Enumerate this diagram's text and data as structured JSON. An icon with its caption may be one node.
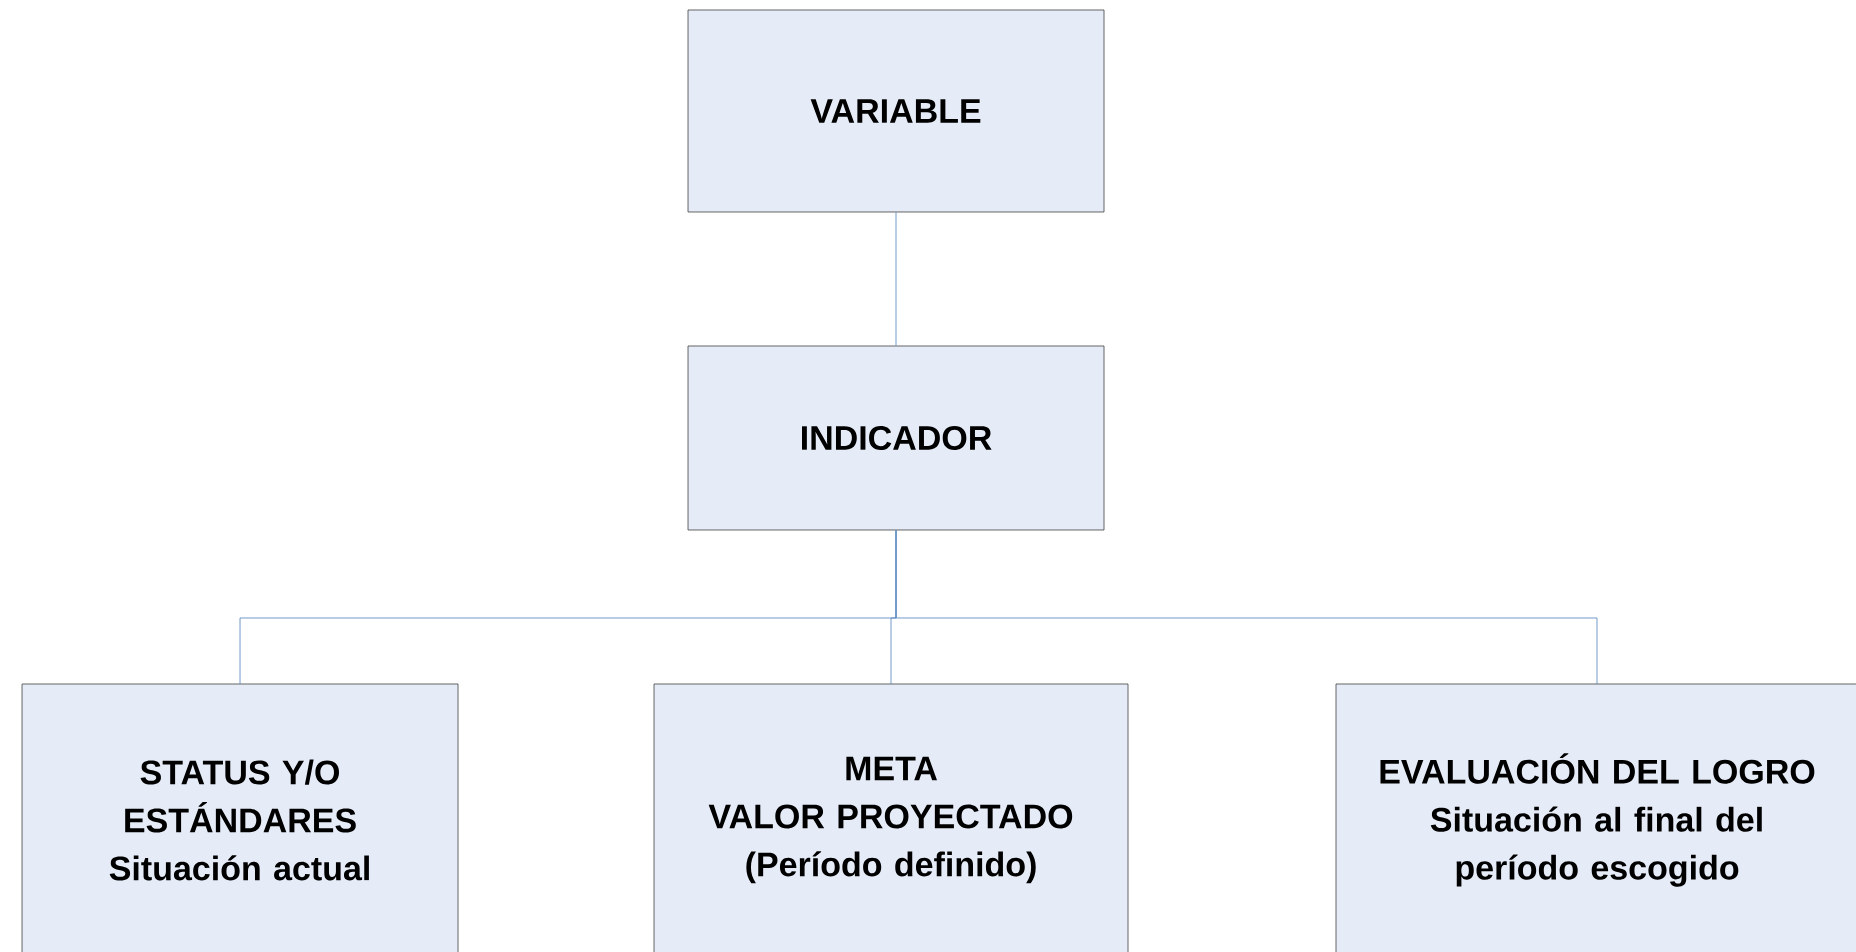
{
  "diagram": {
    "nodes": [
      {
        "text": [
          "VARIABLE"
        ]
      },
      {
        "text": [
          "INDICADOR"
        ]
      },
      {
        "text": [
          "STATUS Y/O ESTÁNDARES",
          "Situación actual"
        ]
      },
      {
        "text": [
          "META",
          "VALOR PROYECTADO",
          "(Período definido)"
        ]
      },
      {
        "text": [
          "EVALUACIÓN DEL LOGRO",
          "Situación al final del período escogido"
        ]
      }
    ],
    "edges": [
      {
        "from": 0,
        "to": 1,
        "arrow": "none"
      },
      {
        "from": 1,
        "to": 2,
        "arrow": "none"
      },
      {
        "from": 1,
        "to": 3,
        "arrow": "none"
      },
      {
        "from": 1,
        "to": 4,
        "arrow": "none"
      }
    ]
  }
}
